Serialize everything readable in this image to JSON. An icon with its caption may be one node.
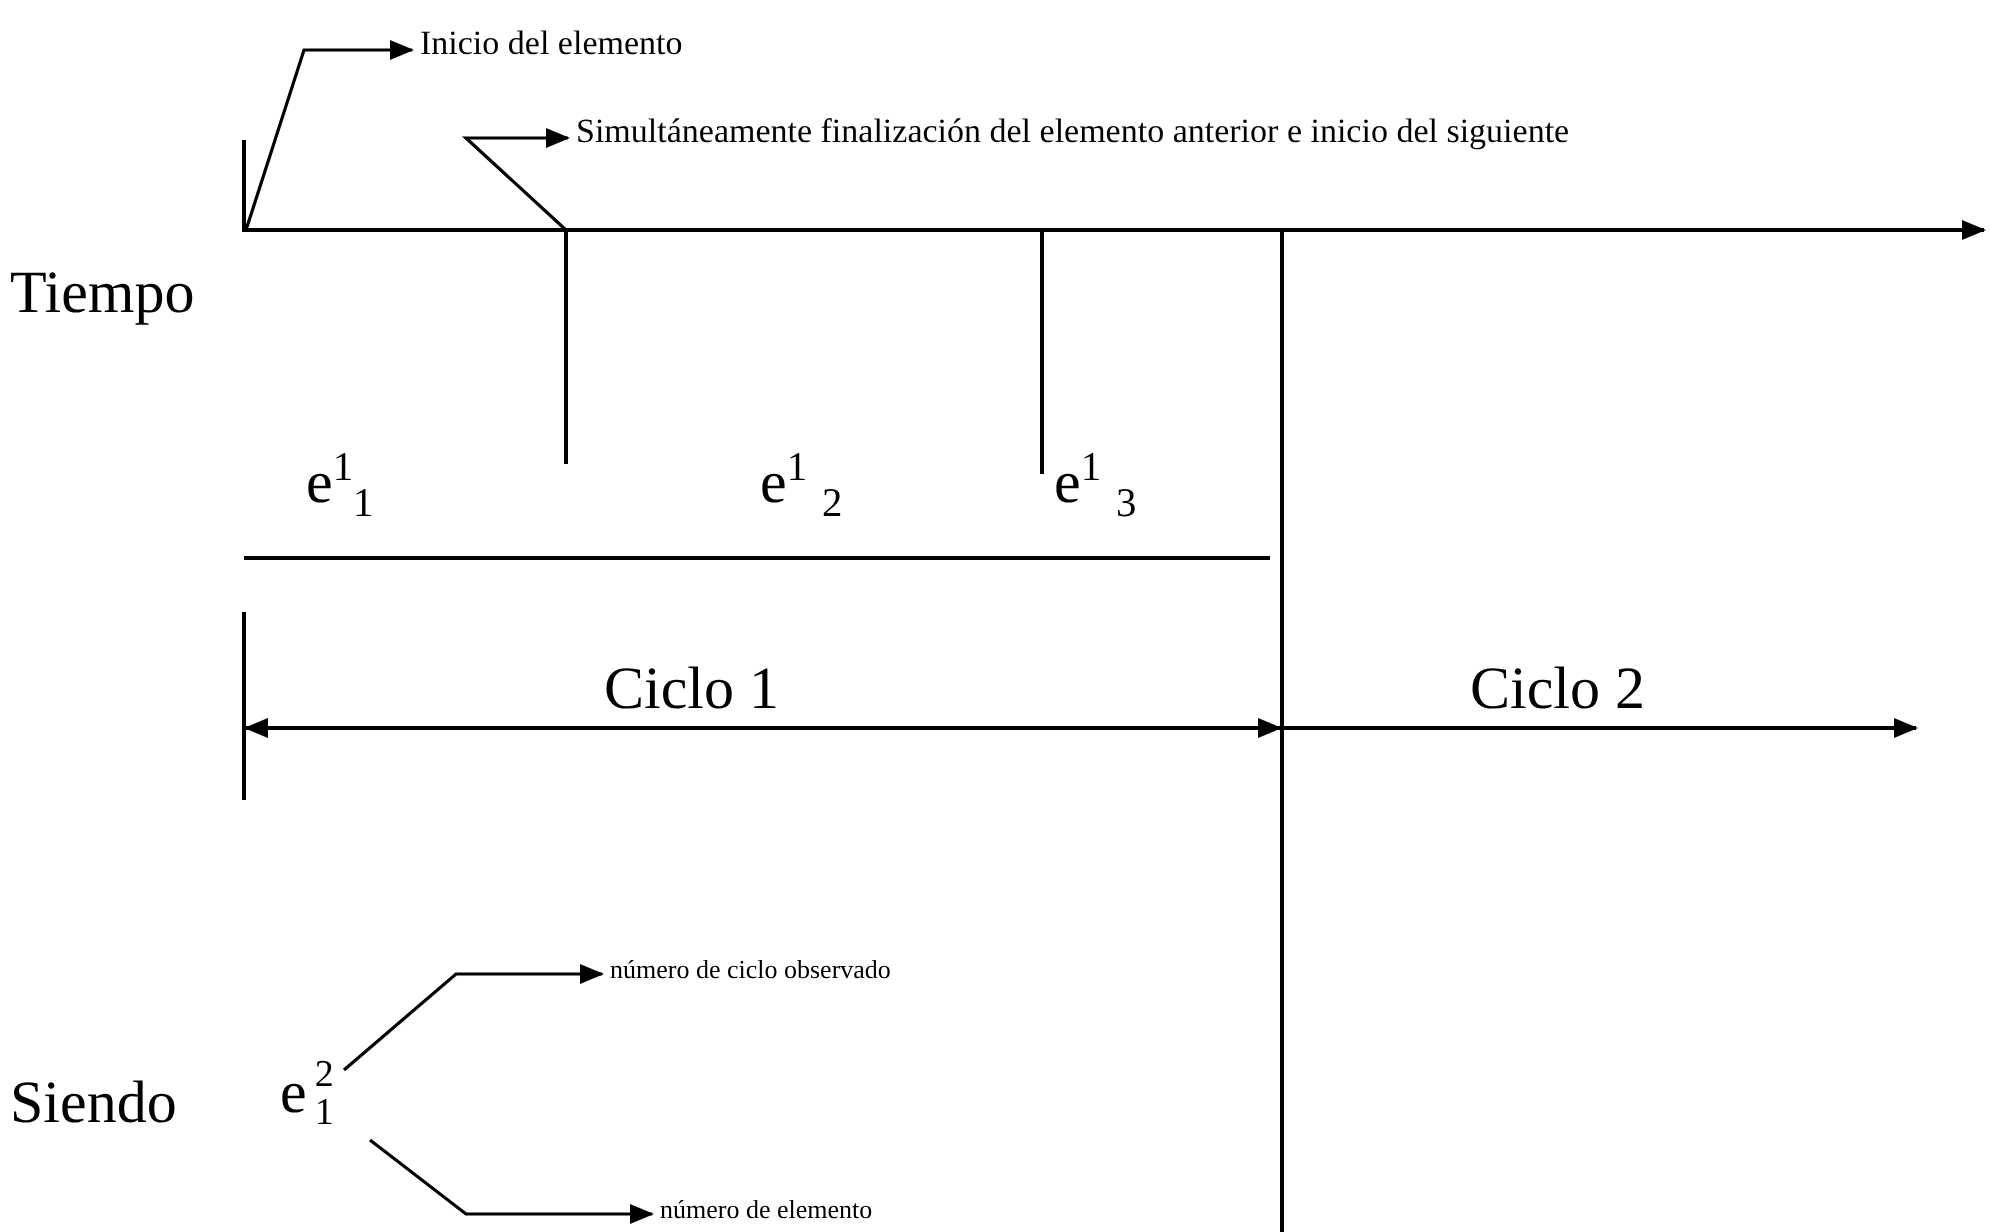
{
  "diagram": {
    "nodes": [
      {
        "text": [
          "Inicio del elemento"
        ]
      },
      {
        "text": [
          "Simultáneamente finalización del elemento anterior e inicio del siguiente"
        ]
      },
      {
        "text": [],
        "shape": "bar"
      },
      {
        "text": [],
        "shape": "bar"
      },
      {
        "text": [
          "e$^{2}$$_{1}$"
        ]
      },
      {
        "text": [
          "número de ciclo observado"
        ]
      },
      {
        "text": [
          "número de elemento"
        ]
      }
    ],
    "edges": [
      {
        "from": 2,
        "to": 0,
        "arrow": "to"
      },
      {
        "from": 3,
        "to": 1,
        "arrow": "to"
      },
      {
        "from": 4,
        "to": 5,
        "arrow": "to"
      },
      {
        "from": 4,
        "to": 6,
        "arrow": "to"
      }
    ],
    "labels": [
      "Tiempo",
      "e$^{1}$$_{1}$",
      "e$^{1}$ $_{2}$",
      "e$^{1}$ $_{3}$",
      "Ciclo 1",
      "Ciclo 2",
      "Siendo"
    ]
  }
}
